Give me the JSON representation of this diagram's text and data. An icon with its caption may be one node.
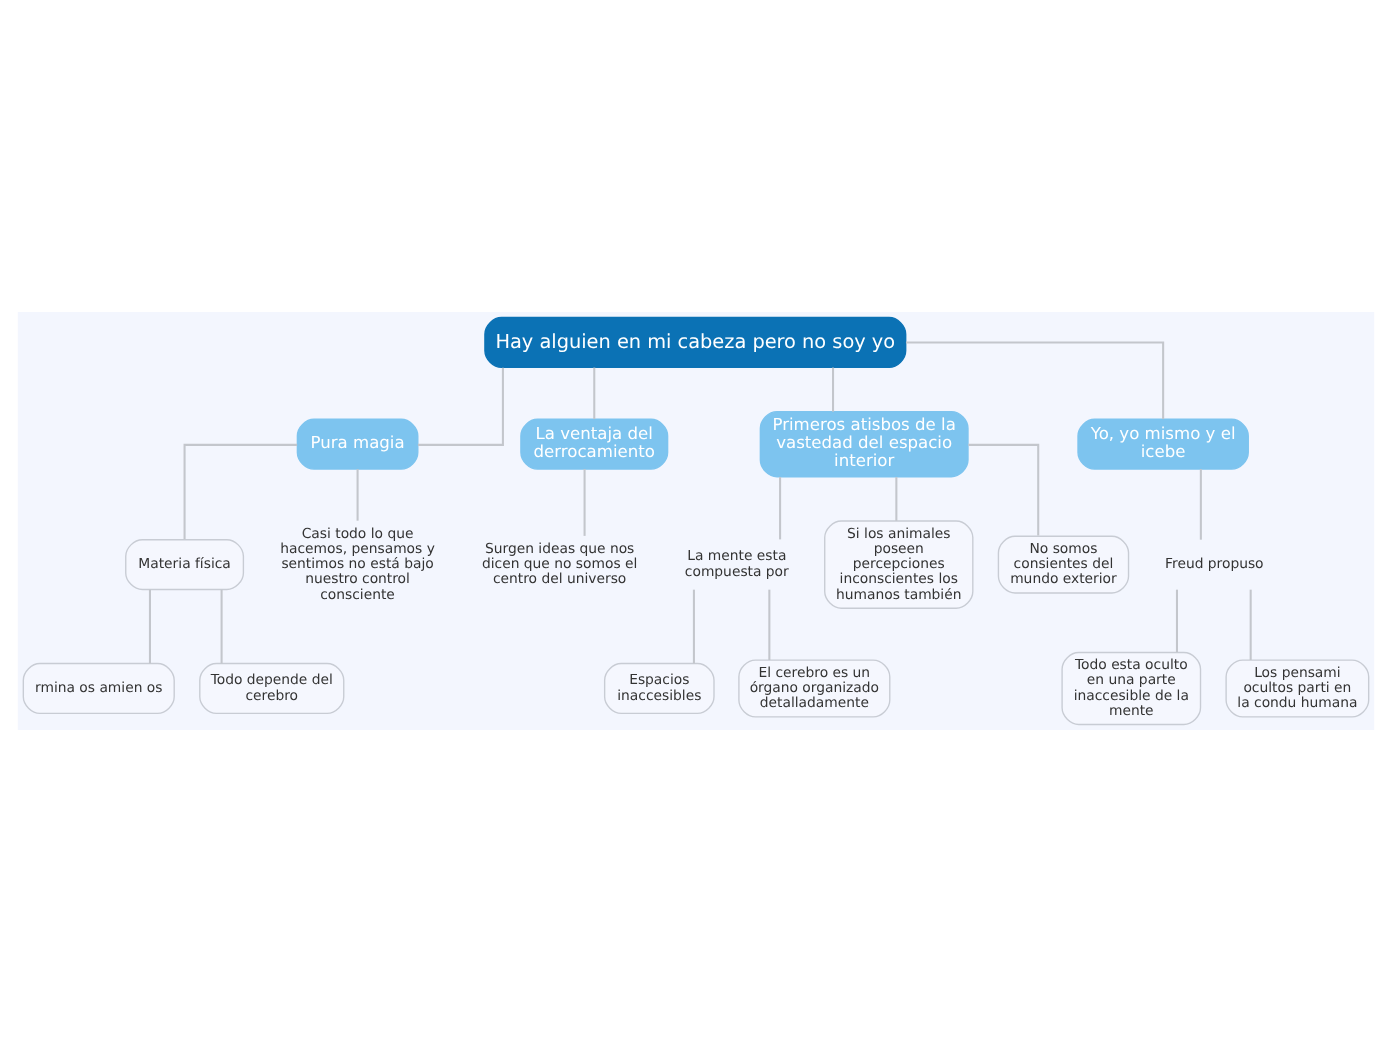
{
  "diagram": {
    "nodes": [
      {
        "text": [
          "Hay alguien en mi cabeza pero no soy yo"
        ]
      },
      {
        "text": [
          "Pura magia"
        ]
      },
      {
        "text": [
          "Materia física"
        ]
      },
      {
        "text": [
          "rmina os amien os"
        ]
      },
      {
        "text": [
          "Todo depende del cerebro"
        ]
      },
      {
        "text": [
          "Casi todo lo que hacemos, pensamos y sentimos no está bajo nuestro control consciente"
        ]
      },
      {
        "text": [
          "La ventaja del derrocamiento"
        ]
      },
      {
        "text": [
          "Surgen ideas que nos dicen que no somos el centro del universo"
        ]
      },
      {
        "text": [
          "Primeros atisbos de la vastedad del espacio interior"
        ]
      },
      {
        "text": [
          "La mente esta compuesta por"
        ]
      },
      {
        "text": [
          "Espacios inaccesibles"
        ]
      },
      {
        "text": [
          "El cerebro es un órgano organizado detalladamente"
        ]
      },
      {
        "text": [
          "Si los animales poseen percepciones inconscientes los humanos también"
        ]
      },
      {
        "text": [
          "No somos consientes del mundo exterior"
        ]
      },
      {
        "text": [
          "Yo, yo mismo y el icebe"
        ]
      },
      {
        "text": [
          "Freud propuso"
        ]
      },
      {
        "text": [
          "Todo esta oculto en una parte inaccesible de la mente"
        ]
      },
      {
        "text": [
          "Los pensami ocultos parti en la condu humana"
        ]
      }
    ],
    "edges": [
      {
        "from": 0,
        "to": 1,
        "arrow": "none"
      },
      {
        "from": 0,
        "to": 6,
        "arrow": "none"
      },
      {
        "from": 0,
        "to": 8,
        "arrow": "none"
      },
      {
        "from": 0,
        "to": 14,
        "arrow": "none"
      },
      {
        "from": 1,
        "to": 2,
        "arrow": "none"
      },
      {
        "from": 1,
        "to": 5,
        "arrow": "none"
      },
      {
        "from": 2,
        "to": 3,
        "arrow": "none"
      },
      {
        "from": 2,
        "to": 4,
        "arrow": "none"
      },
      {
        "from": 6,
        "to": 7,
        "arrow": "none"
      },
      {
        "from": 8,
        "to": 9,
        "arrow": "none"
      },
      {
        "from": 8,
        "to": 12,
        "arrow": "none"
      },
      {
        "from": 8,
        "to": 13,
        "arrow": "none"
      },
      {
        "from": 9,
        "to": 10,
        "arrow": "none"
      },
      {
        "from": 9,
        "to": 11,
        "arrow": "none"
      },
      {
        "from": 14,
        "to": 15,
        "arrow": "none"
      },
      {
        "from": 15,
        "to": 16,
        "arrow": "none"
      },
      {
        "from": 15,
        "to": 17,
        "arrow": "none"
      }
    ]
  }
}
